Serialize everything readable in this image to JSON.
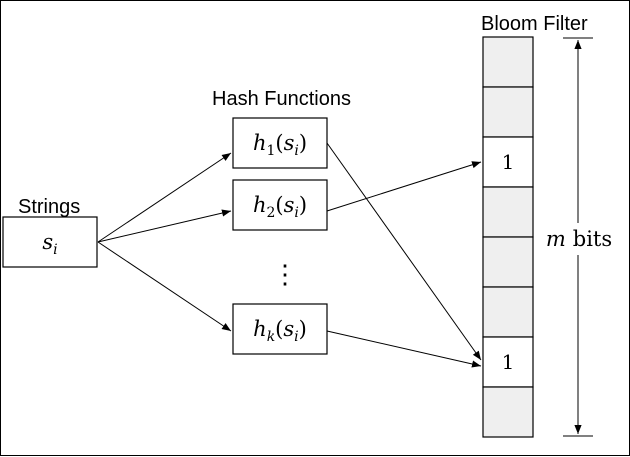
{
  "labels": {
    "strings": "Strings",
    "hash_functions": "Hash Functions",
    "bloom_filter": "Bloom Filter",
    "m_bits_var": "m",
    "m_bits_word": "bits",
    "ellipsis": "⋮"
  },
  "input": {
    "var": "s",
    "sub": "i"
  },
  "hash_functions": [
    {
      "name": "h",
      "sub": "1",
      "arg": "s",
      "arg_sub": "i"
    },
    {
      "name": "h",
      "sub": "2",
      "arg": "s",
      "arg_sub": "i"
    },
    {
      "name": "h",
      "sub": "k",
      "arg": "s",
      "arg_sub": "i"
    }
  ],
  "bloom_cells": [
    "",
    "",
    "1",
    "",
    "",
    "",
    "1",
    ""
  ],
  "colors": {
    "empty_cell": "#efefef",
    "set_cell": "#ffffff",
    "ink": "#000000"
  }
}
